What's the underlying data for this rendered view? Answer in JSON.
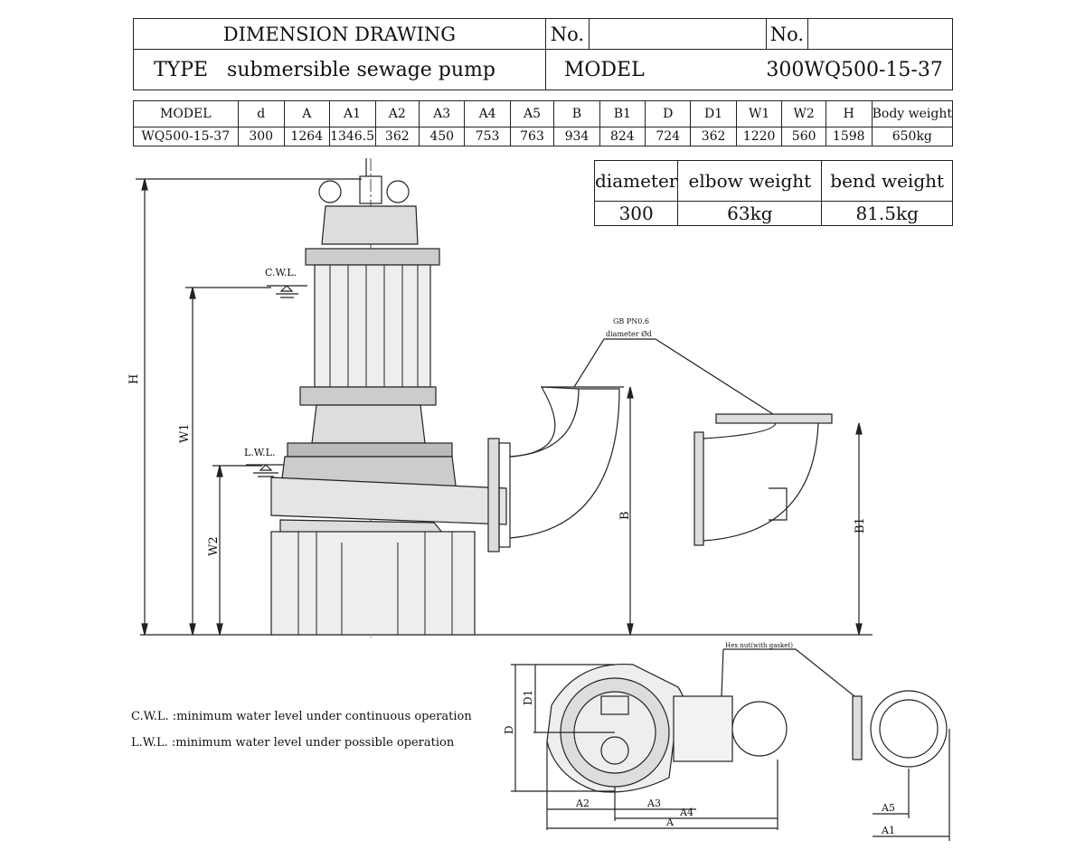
{
  "header": {
    "title": "DIMENSION DRAWING",
    "no_label_1": "No.",
    "no_value_1": "",
    "no_label_2": "No.",
    "no_value_2": "",
    "type_label": "TYPE",
    "type_value": "submersible sewage pump",
    "model_label": "MODEL",
    "model_value": "300WQ500-15-37"
  },
  "spec_table": {
    "headers": [
      "MODEL",
      "d",
      "A",
      "A1",
      "A2",
      "A3",
      "A4",
      "A5",
      "B",
      "B1",
      "D",
      "D1",
      "W1",
      "W2",
      "H",
      "Body weight"
    ],
    "row": [
      "WQ500-15-37",
      "300",
      "1264",
      "1346.5",
      "362",
      "450",
      "753",
      "763",
      "934",
      "824",
      "724",
      "362",
      "1220",
      "560",
      "1598",
      "650kg"
    ]
  },
  "weight_table": {
    "headers": [
      "diameter",
      "elbow weight",
      "bend weight"
    ],
    "row": [
      "300",
      "63kg",
      "81.5kg"
    ]
  },
  "drawing": {
    "cwl": "C.W.L.",
    "lwl": "L.W.L.",
    "flange_note_1": "GB PN0.6",
    "flange_note_2": "diameter Ød",
    "hex_nut_note": "Hex nut(with gasket)",
    "dims": {
      "H": "H",
      "W1": "W1",
      "W2": "W2",
      "B": "B",
      "B1": "B1",
      "D": "D",
      "D1": "D1",
      "A": "A",
      "A1": "A1",
      "A2": "A2",
      "A3": "A3",
      "A4": "A4",
      "A5": "A5"
    }
  },
  "notes": [
    "C.W.L. :minimum water level under continuous operation",
    "L.W.L. :minimum water level under possible operation"
  ]
}
